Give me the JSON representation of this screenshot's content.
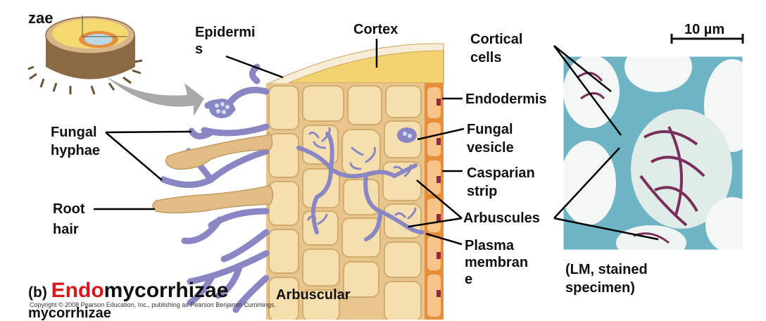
{
  "labels": {
    "top_fragment": "zae",
    "epidermis_1": "Epidermi",
    "epidermis_2": "s",
    "cortex": "Cortex",
    "cortical_1": "Cortical",
    "cortical_2": "cells",
    "scale_bar": "10 µm",
    "endodermis": "Endodermis",
    "fungal_hyphae_1": "Fungal",
    "fungal_hyphae_2": "hyphae",
    "fungal_vesicle_1": "Fungal",
    "fungal_vesicle_2": "vesicle",
    "casparian_1": "Casparian",
    "casparian_2": "strip",
    "root_hair_1": "Root",
    "root_hair_2": "hair",
    "arbuscules": "Arbuscules",
    "plasma_1": "Plasma",
    "plasma_2": "membran",
    "plasma_3": "e",
    "lm_1": "(LM, stained",
    "lm_2": "specimen)",
    "part_letter": "(b) ",
    "title_red": "Endo",
    "title_black": "mycorrhizae",
    "arbuscular_1": "Arbuscular",
    "arbuscular_2": "mycorrhizae",
    "copyright": "Copyright © 2008 Pearson Education, Inc., publishing as Pearson Benjamin Cummings."
  },
  "colors": {
    "fungus": "#8a86c4",
    "cell_fill": "#f6dfae",
    "cell_wall": "#d8b67a",
    "endodermis": "#e58f3c",
    "micro_bg": "#6fb4c4",
    "title_red": "#d7191f"
  }
}
